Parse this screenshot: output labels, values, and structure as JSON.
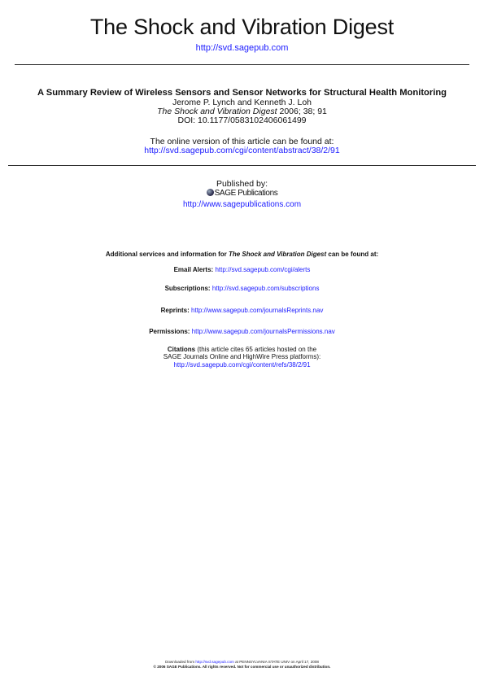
{
  "header": {
    "journal_title": "The Shock and Vibration Digest",
    "journal_url": "http://svd.sagepub.com"
  },
  "article": {
    "title": "A Summary Review of Wireless Sensors and Sensor Networks for Structural Health Monitoring",
    "authors": "Jerome P. Lynch and Kenneth J. Loh",
    "citation_journal": "The Shock and Vibration Digest",
    "citation_rest": " 2006; 38; 91",
    "doi": "DOI: 10.1177/0583102406061499",
    "online_label": "The online version of this article can be found at:",
    "online_url": "http://svd.sagepub.com/cgi/content/abstract/38/2/91"
  },
  "publisher": {
    "label": "Published by:",
    "name": "SAGE Publications",
    "url": "http://www.sagepublications.com"
  },
  "services": {
    "intro_prefix": "Additional services and information for ",
    "intro_journal": "The Shock and Vibration Digest",
    "intro_suffix": " can be found at:",
    "email_label": "Email Alerts:",
    "email_url": "http://svd.sagepub.com/cgi/alerts",
    "subs_label": "Subscriptions:",
    "subs_url": "http://svd.sagepub.com/subscriptions",
    "reprints_label": "Reprints:",
    "reprints_url": "http://www.sagepub.com/journalsReprints.nav",
    "perms_label": "Permissions:",
    "perms_url": "http://www.sagepub.com/journalsPermissions.nav",
    "citations_label": "Citations",
    "citations_text1": " (this article cites 65 articles hosted on the",
    "citations_text2": "SAGE Journals Online and HighWire Press platforms):",
    "citations_url": "http://svd.sagepub.com/cgi/content/refs/38/2/91"
  },
  "footer": {
    "downloaded_prefix": "Downloaded from ",
    "downloaded_url": "http://svd.sagepub.com",
    "downloaded_suffix": " at PENNSYLVANIA STATE UNIV on April 17, 2008",
    "copyright": "© 2006 SAGE Publications. All rights reserved. Not for commercial use or unauthorized distribution."
  },
  "colors": {
    "link": "#1a1aff",
    "text": "#111111",
    "rule": "#222222"
  }
}
